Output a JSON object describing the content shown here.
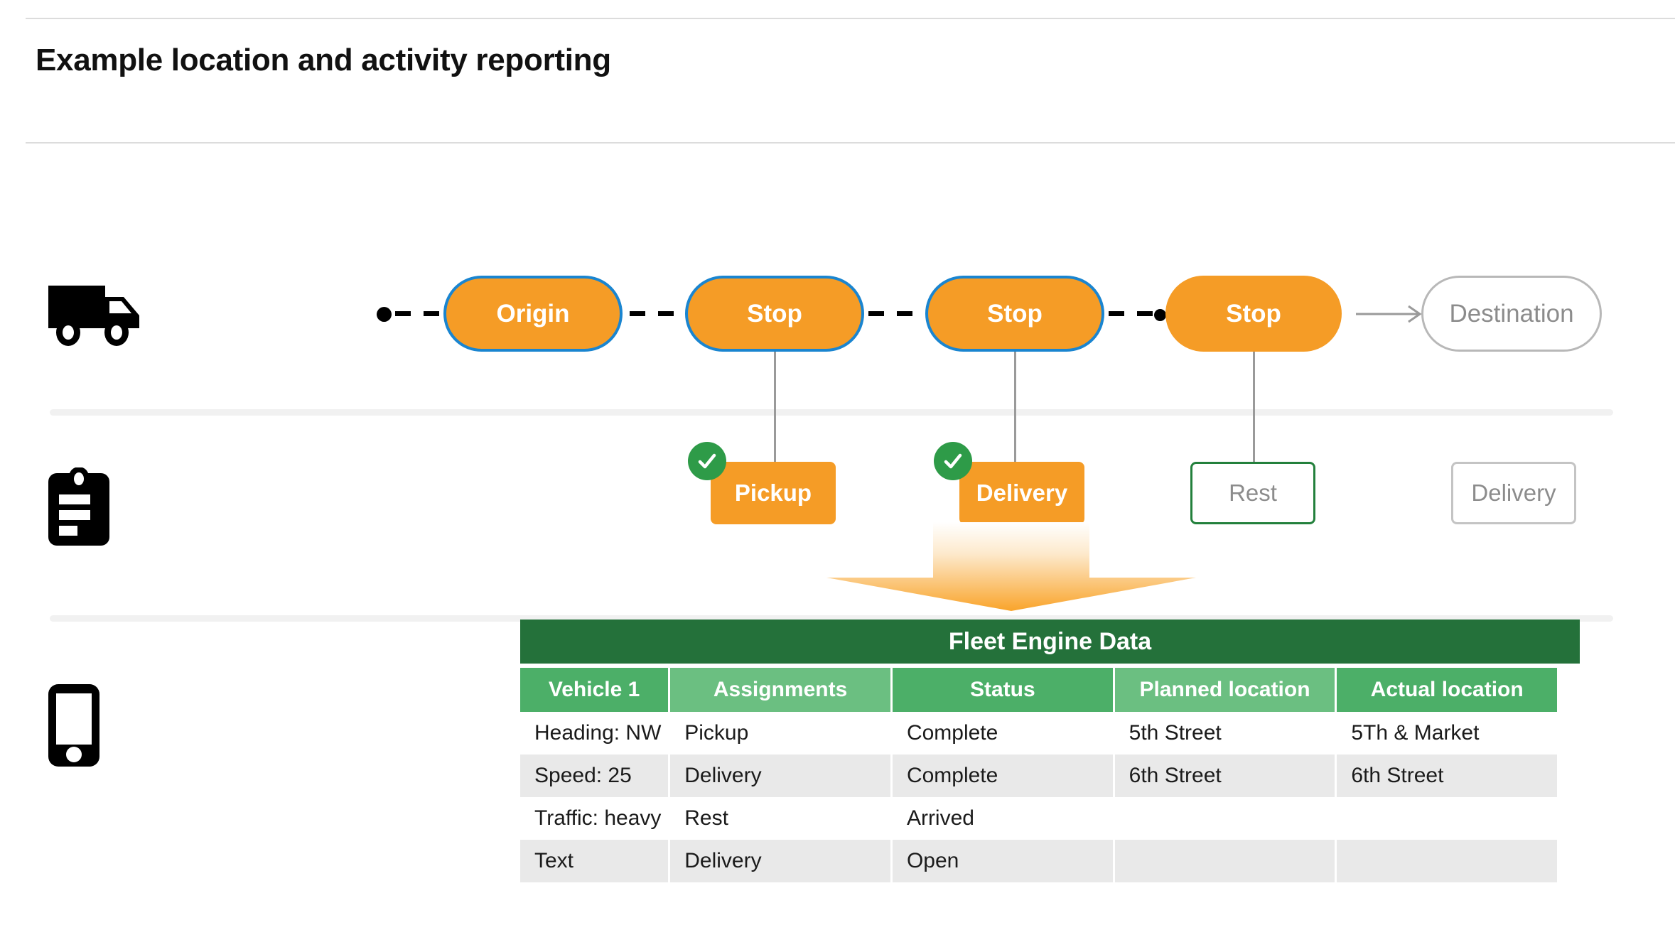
{
  "page": {
    "title": "Example location and activity reporting"
  },
  "rails": [
    {
      "icon": "truck-icon",
      "label": "Vehicle route"
    },
    {
      "icon": "clipboard-icon",
      "label": "Activities"
    },
    {
      "icon": "phone-icon",
      "label": "Driver device"
    }
  ],
  "route": {
    "stops": [
      {
        "label": "Origin",
        "state": "visited",
        "style": "filled-blue-border"
      },
      {
        "label": "Stop",
        "state": "visited",
        "style": "filled-blue-border"
      },
      {
        "label": "Stop",
        "state": "visited",
        "style": "filled-blue-border"
      },
      {
        "label": "Stop",
        "state": "current",
        "style": "filled"
      },
      {
        "label": "Destination",
        "state": "upcoming",
        "style": "ghost"
      }
    ]
  },
  "activities": [
    {
      "label": "Pickup",
      "state": "complete",
      "completed": true,
      "style": "filled"
    },
    {
      "label": "Delivery",
      "state": "complete",
      "completed": true,
      "style": "filled"
    },
    {
      "label": "Rest",
      "state": "arrived",
      "completed": false,
      "style": "rest"
    },
    {
      "label": "Delivery",
      "state": "open",
      "completed": false,
      "style": "pending"
    }
  ],
  "table": {
    "title": "Fleet Engine Data",
    "columns": [
      "Vehicle 1",
      "Assignments",
      "Status",
      "Planned location",
      "Actual location"
    ],
    "rows": [
      [
        "Heading: NW",
        "Pickup",
        "Complete",
        "5th Street",
        "5Th & Market"
      ],
      [
        "Speed: 25",
        "Delivery",
        "Complete",
        "6th Street",
        "6th Street"
      ],
      [
        "Traffic: heavy",
        "Rest",
        "Arrived",
        "",
        ""
      ],
      [
        "Text",
        "Delivery",
        "Open",
        "",
        ""
      ]
    ]
  },
  "colors": {
    "orange": "#F59C26",
    "blue_border": "#1A85D0",
    "green_check": "#2E9B48",
    "green_rest_border": "#23803C",
    "table_title_green": "#24713A",
    "table_header_green_a": "#4CAF68",
    "table_header_green_b": "#6BBF81",
    "row_alt_grey": "#e9e9e9",
    "ghost_grey": "#8c8c8c"
  }
}
